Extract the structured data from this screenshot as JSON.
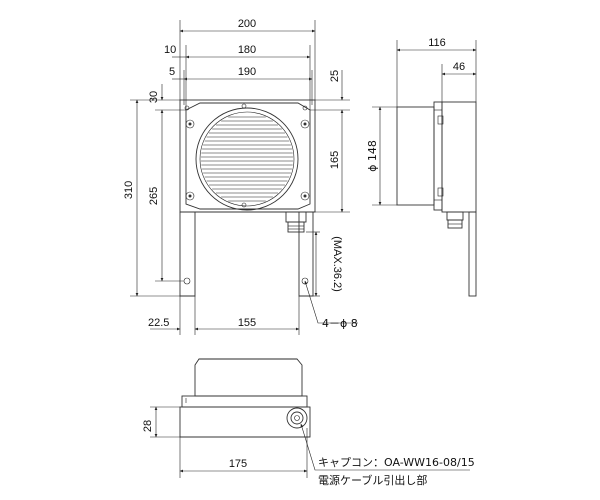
{
  "front_view": {
    "dims": {
      "overall_width": "200",
      "pitch_180": "180",
      "pitch_190": "190",
      "offset_10": "10",
      "offset_5": "5",
      "top_25": "25",
      "top_30": "30",
      "height_165": "165",
      "height_310": "310",
      "height_265": "265",
      "left_22_5": "22.5",
      "bottom_155": "155",
      "max_36_2": "(MAX.36.2)",
      "holes": "4－ϕ 8"
    }
  },
  "side_view": {
    "dims": {
      "depth_116": "116",
      "depth_46": "46",
      "diameter_148": "ϕ 148"
    }
  },
  "bottom_view": {
    "dims": {
      "height_28": "28",
      "width_175": "175"
    },
    "notes": {
      "cap_connector": "キャプコン：OA-WW16-08/15",
      "cable_outlet": "電源ケーブル引出し部"
    }
  }
}
